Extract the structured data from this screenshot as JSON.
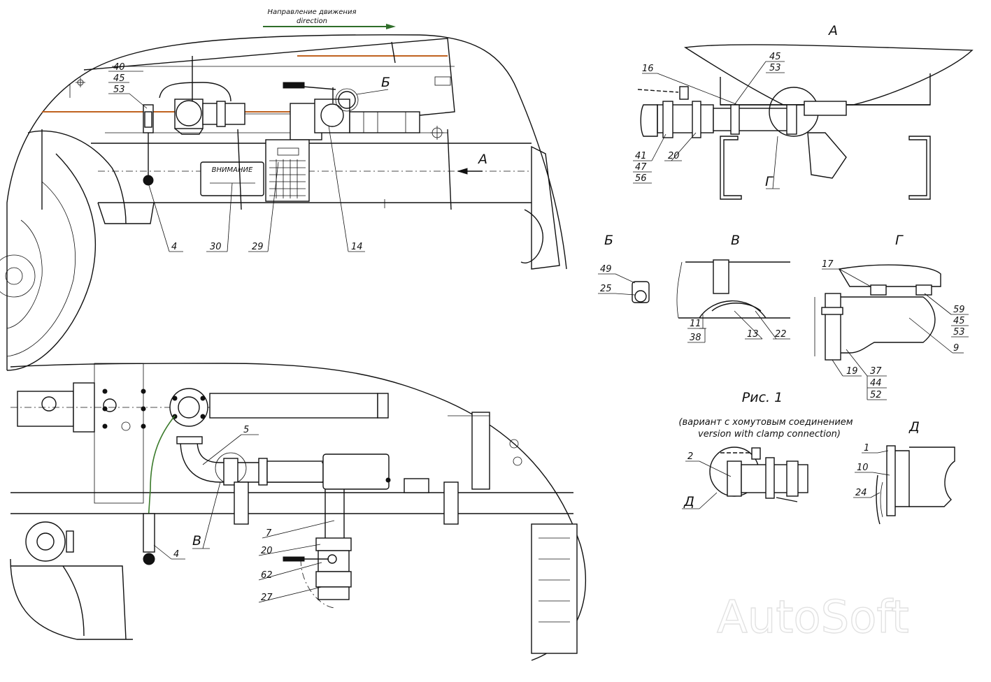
{
  "direction": {
    "ru": "Направление движения",
    "en": "direction"
  },
  "colors": {
    "wire_orange": "#c0621f",
    "wire_green": "#3a7a2a",
    "arrow_green": "#2f6e2a",
    "line": "#111111"
  },
  "main_view": {
    "callouts": [
      "40",
      "45",
      "53",
      "4",
      "30",
      "29",
      "14"
    ],
    "view_b_marker": "Б",
    "view_a_marker": "А",
    "warning_plate": "ВНИМАНИЕ"
  },
  "bottom_view": {
    "callouts": [
      "5",
      "7",
      "20",
      "62",
      "27",
      "4"
    ],
    "view_v_marker": "В"
  },
  "view_a": {
    "title": "А",
    "callouts_top": [
      "45",
      "53"
    ],
    "callout_16": "16",
    "callouts_left": [
      "41",
      "47",
      "56"
    ],
    "callout_20": "20",
    "marker_g": "Г"
  },
  "view_b": {
    "title": "Б",
    "callouts": [
      "49",
      "25"
    ]
  },
  "view_v": {
    "title": "В",
    "callouts": [
      "11",
      "38",
      "13",
      "22"
    ]
  },
  "view_g": {
    "title": "Г",
    "callouts": [
      "17",
      "59",
      "45",
      "53",
      "9",
      "19",
      "37",
      "44",
      "52"
    ]
  },
  "figure": {
    "caption": "Рис. 1",
    "variant_ru": "(вариант с хомутовым соединением",
    "variant_en": "version with clamp connection)",
    "callout_2": "2",
    "marker_d": "Д"
  },
  "view_d": {
    "title": "Д",
    "callouts": [
      "1",
      "10",
      "24"
    ]
  },
  "watermark": "AutoSoft"
}
